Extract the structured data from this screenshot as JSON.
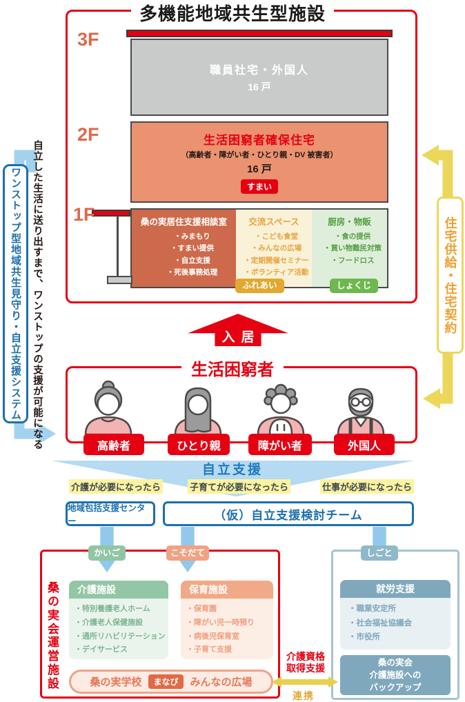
{
  "title": "多機能地域共生型施設",
  "left": {
    "system": "ワンストップ型地域共生見守り・自立支援システム",
    "note": "自立した生活に送り出すまで、ワンストップの支援が可能になる"
  },
  "right": {
    "housing": "住宅供給・住宅契約"
  },
  "floors": {
    "f3_label": "3F",
    "f2_label": "2F",
    "f1_label": "1F",
    "f3": {
      "title": "職員社宅・外国人",
      "units": "16 戸"
    },
    "f2": {
      "title": "生活困窮者確保住宅",
      "subtitle": "（高齢者・障がい者・ひとり親・DV 被害者）",
      "units": "16 戸",
      "badge": "すまい"
    },
    "f1": {
      "consult": {
        "title": "桑の実居住支援相談室",
        "items": [
          "・みまもり",
          "・すまい提供",
          "・自立支援",
          "・死後事務処理"
        ]
      },
      "exchange": {
        "title": "交流スペース",
        "items": [
          "・こども食堂",
          "・みんなの広場",
          "・定期開催セミナー",
          "・ボランティア活動"
        ],
        "badge": "ふれあい"
      },
      "kitchen": {
        "title": "厨房・物販",
        "items": [
          "・食の提供",
          "・買い物難民対策",
          "・フードロス"
        ],
        "badge": "しょくじ"
      }
    }
  },
  "move_in": "入居",
  "people": {
    "title": "生活困窮者",
    "labels": [
      "高齢者",
      "ひとり親",
      "障がい者",
      "外国人"
    ]
  },
  "support": {
    "title": "自立支援",
    "conditions": [
      "介護が必要になったら",
      "子育てが必要になったら",
      "仕事が必要になったら"
    ],
    "org_left": "地域包括支援センター",
    "org_right": "（仮）自立支援検討チーム",
    "badges": [
      "かいご",
      "こそだて",
      "しごと"
    ]
  },
  "operator": {
    "name": "桑の実会",
    "type": "運営施設",
    "care": {
      "title": "介護施設",
      "items": [
        "・特別養護老人ホーム",
        "・介護老人保健施設",
        "・通所リハビリテーション",
        "・デイサービス"
      ]
    },
    "childcare": {
      "title": "保育施設",
      "items": [
        "・保育園",
        "・障がい児一時預り",
        "・病後児保育室",
        "・子育て支援"
      ]
    },
    "school": {
      "name": "桑の実学校",
      "badge": "まなび",
      "plaza": "みんなの広場"
    }
  },
  "work": {
    "title": "就労支援",
    "items": [
      "・職業安定所",
      "・社会福祉協議会",
      "・市役所"
    ],
    "backup": "桑の実会\n介護施設への\nバックアップ"
  },
  "link": {
    "qualification": "介護資格\n取得支援",
    "cooperation": "連携"
  },
  "colors": {
    "main_red": "#e50012",
    "floor2_salmon": "#eb9270",
    "floor1_terracotta": "#cd6a4b",
    "floor1_cream": "#faf2d8",
    "floor1_green": "#dfeeda",
    "badge_gold": "#e3a82f",
    "badge_green": "#6eb84f",
    "blue": "#1c6fad",
    "light_blue_arrow": "#90c9ec",
    "care_green": "#93c6a4",
    "childcare_salmon": "#f2a987",
    "work_bluegray": "#7fa8bc",
    "yellow_arrow": "#ecd75b",
    "orange_text": "#ef9f30"
  }
}
